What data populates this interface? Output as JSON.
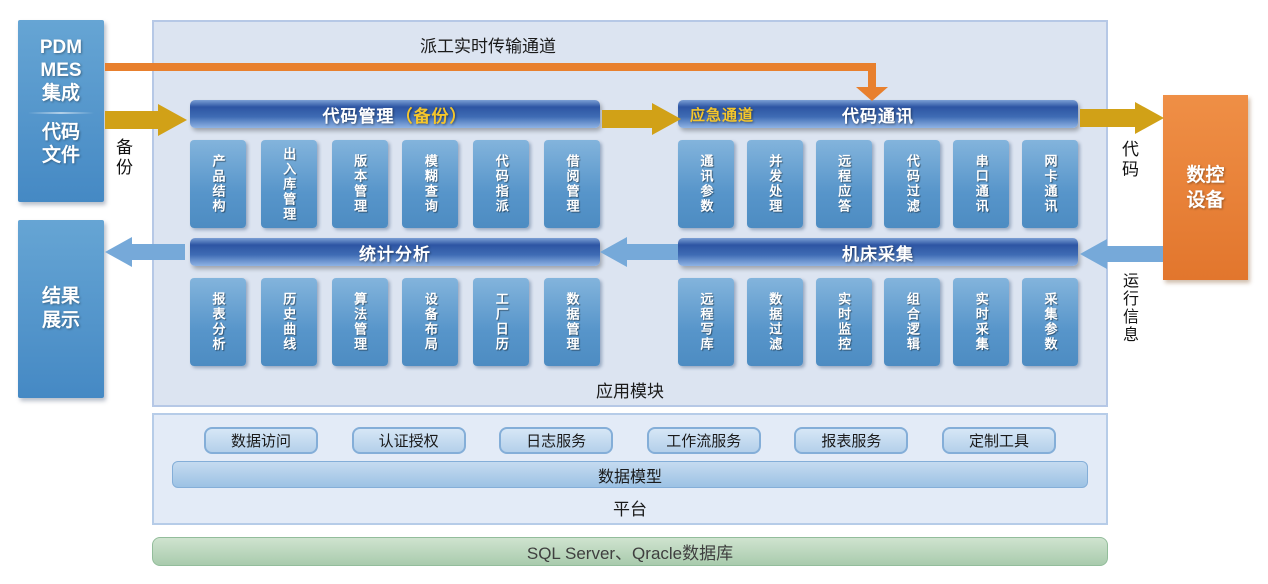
{
  "left": {
    "integration_box": {
      "lines": [
        "PDM",
        "MES",
        "集成"
      ],
      "sub_lines": [
        "代码",
        "文件"
      ]
    },
    "result_box": {
      "lines": [
        "结果",
        "展示"
      ]
    }
  },
  "top_channel": {
    "label": "派工实时传输通道"
  },
  "sections": [
    {
      "title": "代码管理",
      "title_suffix": "（备份）",
      "modules": [
        "产品结构",
        "出入库管理",
        "版本管理",
        "模糊查询",
        "代码指派",
        "借阅管理"
      ]
    },
    {
      "title": "代码通讯",
      "badge": "应急通道",
      "modules": [
        "通讯参数",
        "并发处理",
        "远程应答",
        "代码过滤",
        "串口通讯",
        "网卡通讯"
      ]
    },
    {
      "title": "统计分析",
      "modules": [
        "报表分析",
        "历史曲线",
        "算法管理",
        "设备布局",
        "工厂日历",
        "数据管理"
      ]
    },
    {
      "title": "机床采集",
      "modules": [
        "远程写库",
        "数据过滤",
        "实时监控",
        "组合逻辑",
        "实时采集",
        "采集参数"
      ]
    }
  ],
  "labels": {
    "app_modules": "应用模块",
    "platform": "平台",
    "backup": "备份",
    "code": "代码",
    "run_info": "运行信息"
  },
  "platform": {
    "services": [
      "数据访问",
      "认证授权",
      "日志服务",
      "工作流服务",
      "报表服务",
      "定制工具"
    ],
    "data_model": "数据模型"
  },
  "database": {
    "label": "SQL Server、Qracle数据库"
  },
  "device_box": {
    "lines": [
      "数控",
      "设备"
    ]
  },
  "colors": {
    "header_blue": "#31579f",
    "module_blue": "#5e9bcb",
    "side_box_blue": "#4a90c6",
    "device_orange": "#e8823a",
    "channel_orange": "#e8802e",
    "arrow_gold": "#d1a117",
    "arrow_blue": "#76a9d9",
    "container_bg": "#dce4f1",
    "platform_bg": "#e3ebf7",
    "database_green": "#b9d4bb",
    "badge_gold": "#f5c62b"
  }
}
